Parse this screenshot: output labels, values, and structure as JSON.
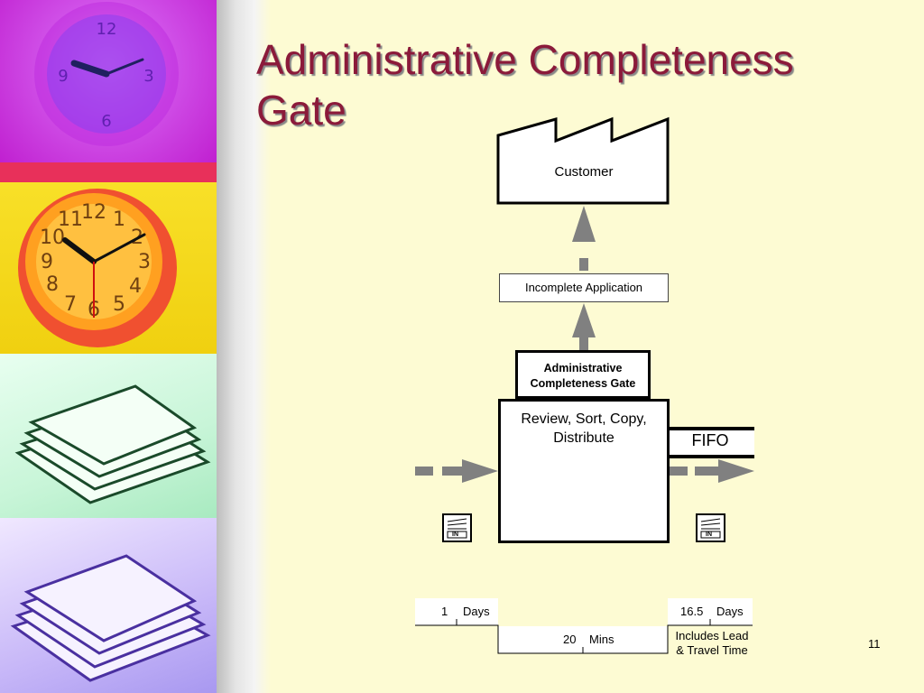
{
  "slide": {
    "title_line1": "Administrative Completeness",
    "title_line2": "Gate",
    "number": "11"
  },
  "diagram": {
    "customer": "Customer",
    "information_box": "Incomplete Application",
    "gate_line1": "Administrative",
    "gate_line2": "Completeness Gate",
    "process_line1": "Review, Sort, Copy,",
    "process_line2": "Distribute",
    "fifo": "FIFO",
    "inventory_left": "IN",
    "inventory_right": "IN"
  },
  "timeline": {
    "wait1_value": "1",
    "wait1_unit": "Days",
    "process_value": "20",
    "process_unit": "Mins",
    "wait2_value": "16.5",
    "wait2_unit": "Days",
    "note_line1": "Includes Lead",
    "note_line2": "& Travel Time"
  },
  "colors": {
    "title": "#8b1a3a",
    "background": "#fdfbd3",
    "arrow": "#808080"
  }
}
